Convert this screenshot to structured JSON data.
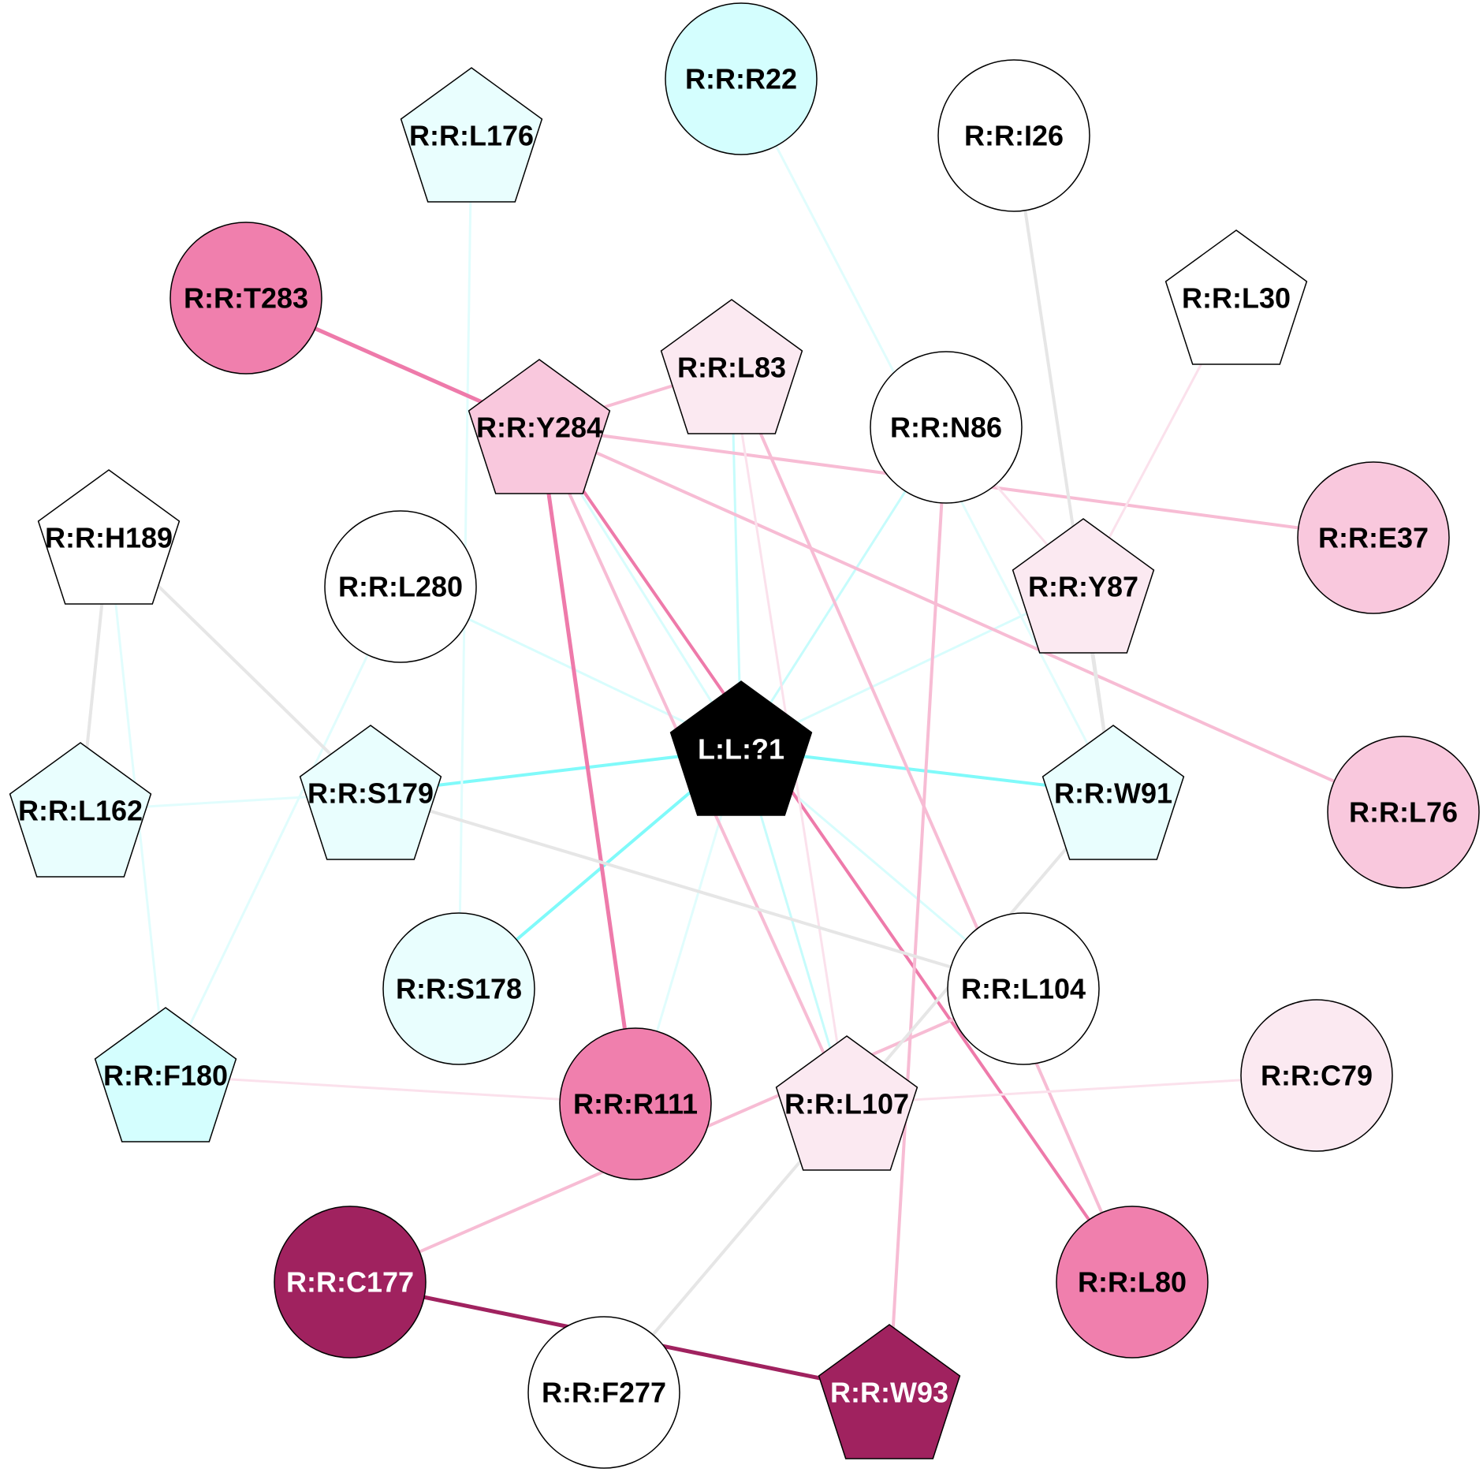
{
  "nodes": [
    {
      "id": "R22",
      "label": "R:R:R22",
      "shape": "circle",
      "fill": "#d4fefe",
      "text_color": "#000000"
    },
    {
      "id": "L176",
      "label": "R:R:L176",
      "shape": "pentagon",
      "fill": "#e9fefe",
      "text_color": "#000000"
    },
    {
      "id": "I26",
      "label": "R:R:I26",
      "shape": "circle",
      "fill": "#ffffff",
      "text_color": "#000000"
    },
    {
      "id": "T283",
      "label": "R:R:T283",
      "shape": "circle",
      "fill": "#f07fad",
      "text_color": "#000000"
    },
    {
      "id": "L30",
      "label": "R:R:L30",
      "shape": "pentagon",
      "fill": "#ffffff",
      "text_color": "#000000"
    },
    {
      "id": "L83",
      "label": "R:R:L83",
      "shape": "pentagon",
      "fill": "#fbe9f1",
      "text_color": "#000000"
    },
    {
      "id": "Y284",
      "label": "R:R:Y284",
      "shape": "pentagon",
      "fill": "#f9c8dd",
      "text_color": "#000000"
    },
    {
      "id": "N86",
      "label": "R:R:N86",
      "shape": "circle",
      "fill": "#ffffff",
      "text_color": "#000000"
    },
    {
      "id": "E37",
      "label": "R:R:E37",
      "shape": "circle",
      "fill": "#f9c8dd",
      "text_color": "#000000"
    },
    {
      "id": "H189",
      "label": "R:R:H189",
      "shape": "pentagon",
      "fill": "#ffffff",
      "text_color": "#000000"
    },
    {
      "id": "L280",
      "label": "R:R:L280",
      "shape": "circle",
      "fill": "#ffffff",
      "text_color": "#000000"
    },
    {
      "id": "Y87",
      "label": "R:R:Y87",
      "shape": "pentagon",
      "fill": "#fbe9f1",
      "text_color": "#000000"
    },
    {
      "id": "LIG",
      "label": "L:L:?1",
      "shape": "pentagon",
      "fill": "#000000",
      "text_color": "#ffffff"
    },
    {
      "id": "L162",
      "label": "R:R:L162",
      "shape": "pentagon",
      "fill": "#e9fefe",
      "text_color": "#000000"
    },
    {
      "id": "S179",
      "label": "R:R:S179",
      "shape": "pentagon",
      "fill": "#e9fefe",
      "text_color": "#000000"
    },
    {
      "id": "W91",
      "label": "R:R:W91",
      "shape": "pentagon",
      "fill": "#e9fefe",
      "text_color": "#000000"
    },
    {
      "id": "L76",
      "label": "R:R:L76",
      "shape": "circle",
      "fill": "#f9c8dd",
      "text_color": "#000000"
    },
    {
      "id": "S178",
      "label": "R:R:S178",
      "shape": "circle",
      "fill": "#e9fefe",
      "text_color": "#000000"
    },
    {
      "id": "L104",
      "label": "R:R:L104",
      "shape": "circle",
      "fill": "#ffffff",
      "text_color": "#000000"
    },
    {
      "id": "F180",
      "label": "R:R:F180",
      "shape": "pentagon",
      "fill": "#d4fefe",
      "text_color": "#000000"
    },
    {
      "id": "R111",
      "label": "R:R:R111",
      "shape": "circle",
      "fill": "#f07fad",
      "text_color": "#000000"
    },
    {
      "id": "L107",
      "label": "R:R:L107",
      "shape": "pentagon",
      "fill": "#fbe9f1",
      "text_color": "#000000"
    },
    {
      "id": "C79",
      "label": "R:R:C79",
      "shape": "circle",
      "fill": "#fbe9f1",
      "text_color": "#000000"
    },
    {
      "id": "C177",
      "label": "R:R:C177",
      "shape": "circle",
      "fill": "#a0225f",
      "text_color": "#ffffff"
    },
    {
      "id": "L80",
      "label": "R:R:L80",
      "shape": "circle",
      "fill": "#f07fad",
      "text_color": "#000000"
    },
    {
      "id": "F277",
      "label": "R:R:F277",
      "shape": "circle",
      "fill": "#ffffff",
      "text_color": "#000000"
    },
    {
      "id": "W93",
      "label": "R:R:W93",
      "shape": "pentagon",
      "fill": "#a0225f",
      "text_color": "#ffffff"
    }
  ],
  "edges": [
    {
      "from": "LIG",
      "to": "S179",
      "color": "#80fafa",
      "weight": 4
    },
    {
      "from": "LIG",
      "to": "W91",
      "color": "#80fafa",
      "weight": 4
    },
    {
      "from": "LIG",
      "to": "S178",
      "color": "#80fafa",
      "weight": 4
    },
    {
      "from": "LIG",
      "to": "L83",
      "color": "#c6fcfc",
      "weight": 3
    },
    {
      "from": "LIG",
      "to": "N86",
      "color": "#c6fcfc",
      "weight": 3
    },
    {
      "from": "LIG",
      "to": "Y87",
      "color": "#d8fdfd",
      "weight": 3
    },
    {
      "from": "LIG",
      "to": "L280",
      "color": "#d8fdfd",
      "weight": 3
    },
    {
      "from": "LIG",
      "to": "Y284",
      "color": "#d8fdfd",
      "weight": 3
    },
    {
      "from": "LIG",
      "to": "L107",
      "color": "#c6fcfc",
      "weight": 3
    },
    {
      "from": "LIG",
      "to": "L104",
      "color": "#d8fdfd",
      "weight": 3
    },
    {
      "from": "LIG",
      "to": "R111",
      "color": "#e1fdfd",
      "weight": 3
    },
    {
      "from": "R22",
      "to": "W91",
      "color": "#e1fdfd",
      "weight": 3
    },
    {
      "from": "L176",
      "to": "S178",
      "color": "#e1fdfd",
      "weight": 3
    },
    {
      "from": "H189",
      "to": "F180",
      "color": "#e1fdfd",
      "weight": 3
    },
    {
      "from": "L162",
      "to": "S179",
      "color": "#e1fdfd",
      "weight": 3
    },
    {
      "from": "L280",
      "to": "F180",
      "color": "#e1fdfd",
      "weight": 3
    },
    {
      "from": "T283",
      "to": "Y284",
      "color": "#ee7aaa",
      "weight": 5
    },
    {
      "from": "Y284",
      "to": "R111",
      "color": "#ee7aaa",
      "weight": 5
    },
    {
      "from": "Y284",
      "to": "L80",
      "color": "#ee7aaa",
      "weight": 4
    },
    {
      "from": "Y284",
      "to": "L83",
      "color": "#f7bcd4",
      "weight": 4
    },
    {
      "from": "Y284",
      "to": "E37",
      "color": "#f7bcd4",
      "weight": 4
    },
    {
      "from": "Y284",
      "to": "L76",
      "color": "#f7bcd4",
      "weight": 4
    },
    {
      "from": "Y284",
      "to": "L107",
      "color": "#f7bcd4",
      "weight": 4
    },
    {
      "from": "L83",
      "to": "L80",
      "color": "#f7bcd4",
      "weight": 4
    },
    {
      "from": "L83",
      "to": "L107",
      "color": "#fbe1ec",
      "weight": 3
    },
    {
      "from": "N86",
      "to": "W93",
      "color": "#f7bcd4",
      "weight": 4
    },
    {
      "from": "N86",
      "to": "Y87",
      "color": "#fbe1ec",
      "weight": 3
    },
    {
      "from": "L30",
      "to": "Y87",
      "color": "#fbe1ec",
      "weight": 3
    },
    {
      "from": "L104",
      "to": "C177",
      "color": "#f7bcd4",
      "weight": 4
    },
    {
      "from": "C79",
      "to": "L107",
      "color": "#fbe1ec",
      "weight": 3
    },
    {
      "from": "F180",
      "to": "R111",
      "color": "#fbe1ec",
      "weight": 3
    },
    {
      "from": "C177",
      "to": "W93",
      "color": "#a0225f",
      "weight": 5
    },
    {
      "from": "I26",
      "to": "W91",
      "color": "#e6e6e6",
      "weight": 4
    },
    {
      "from": "Y87",
      "to": "W91",
      "color": "#e6e6e6",
      "weight": 4
    },
    {
      "from": "H189",
      "to": "L162",
      "color": "#e6e6e6",
      "weight": 4
    },
    {
      "from": "H189",
      "to": "S179",
      "color": "#e6e6e6",
      "weight": 4
    },
    {
      "from": "S179",
      "to": "L104",
      "color": "#e6e6e6",
      "weight": 4
    },
    {
      "from": "W91",
      "to": "F277",
      "color": "#e6e6e6",
      "weight": 4
    }
  ]
}
